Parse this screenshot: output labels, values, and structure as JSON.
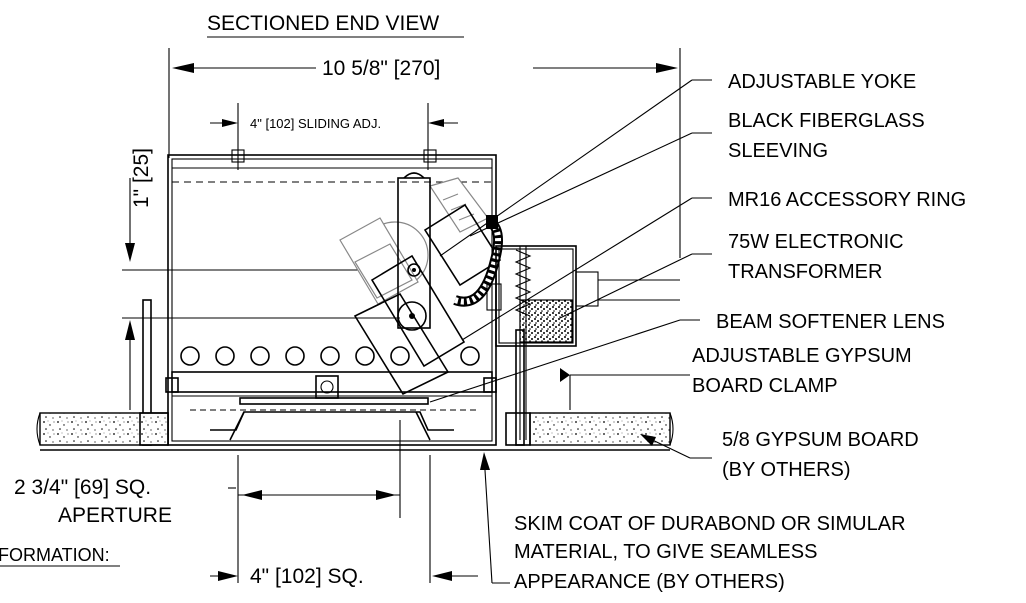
{
  "title": "SECTIONED END VIEW",
  "dimensions": {
    "overall_width": "10 5/8\" [270]",
    "height": "1\" [25]",
    "sliding_adj": "4\" [102] SLIDING ADJ.",
    "aperture_line1": "2 3/4\" [69] SQ.",
    "aperture_line2": "APERTURE",
    "trim_square": "4\" [102] SQ."
  },
  "callouts": {
    "adjustable_yoke": "ADJUSTABLE YOKE",
    "fiberglass_line1": "BLACK FIBERGLASS",
    "fiberglass_line2": "SLEEVING",
    "accessory_ring": "MR16 ACCESSORY RING",
    "transformer_line1": "75W ELECTRONIC",
    "transformer_line2": "TRANSFORMER",
    "beam_softener": "BEAM SOFTENER LENS",
    "clamp_line1": "ADJUSTABLE GYPSUM",
    "clamp_line2": "BOARD CLAMP",
    "gypsum_line1": "5/8 GYPSUM BOARD",
    "gypsum_line2": "(BY OTHERS)",
    "skim_line1": "SKIM COAT OF DURABOND OR SIMULAR",
    "skim_line2": "MATERIAL, TO GIVE SEAMLESS",
    "skim_line3": "APPEARANCE (BY OTHERS)"
  },
  "footer": {
    "heading_fragment": "FORMATION:"
  },
  "colors": {
    "ink": "#000000",
    "ghost": "#888888",
    "background": "#ffffff"
  }
}
